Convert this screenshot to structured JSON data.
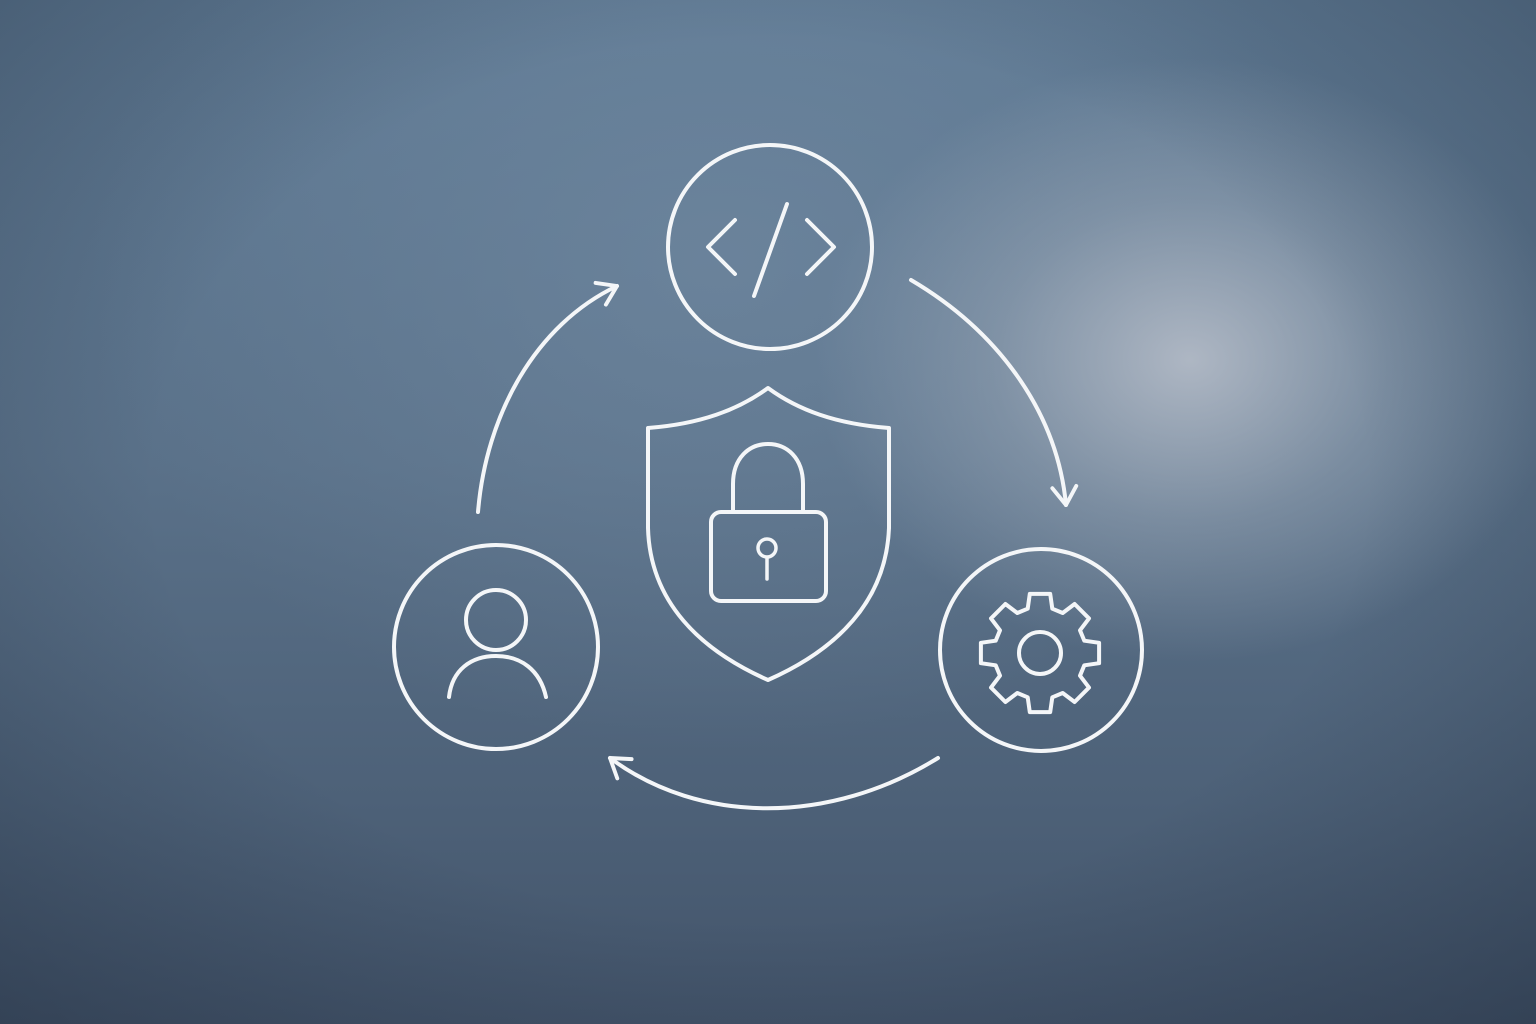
{
  "diagram": {
    "nodes": [
      {
        "id": "code",
        "icon": "code-brackets-icon"
      },
      {
        "id": "settings",
        "icon": "gear-icon"
      },
      {
        "id": "user",
        "icon": "user-icon"
      }
    ],
    "center": {
      "icon": "shield-lock-icon"
    },
    "flow": [
      "code",
      "settings",
      "user",
      "code"
    ]
  },
  "colors": {
    "line": "#f4f6f8",
    "background_top": "#5f7a94",
    "background_bottom": "#43546a",
    "highlight": "#b2bac6"
  }
}
